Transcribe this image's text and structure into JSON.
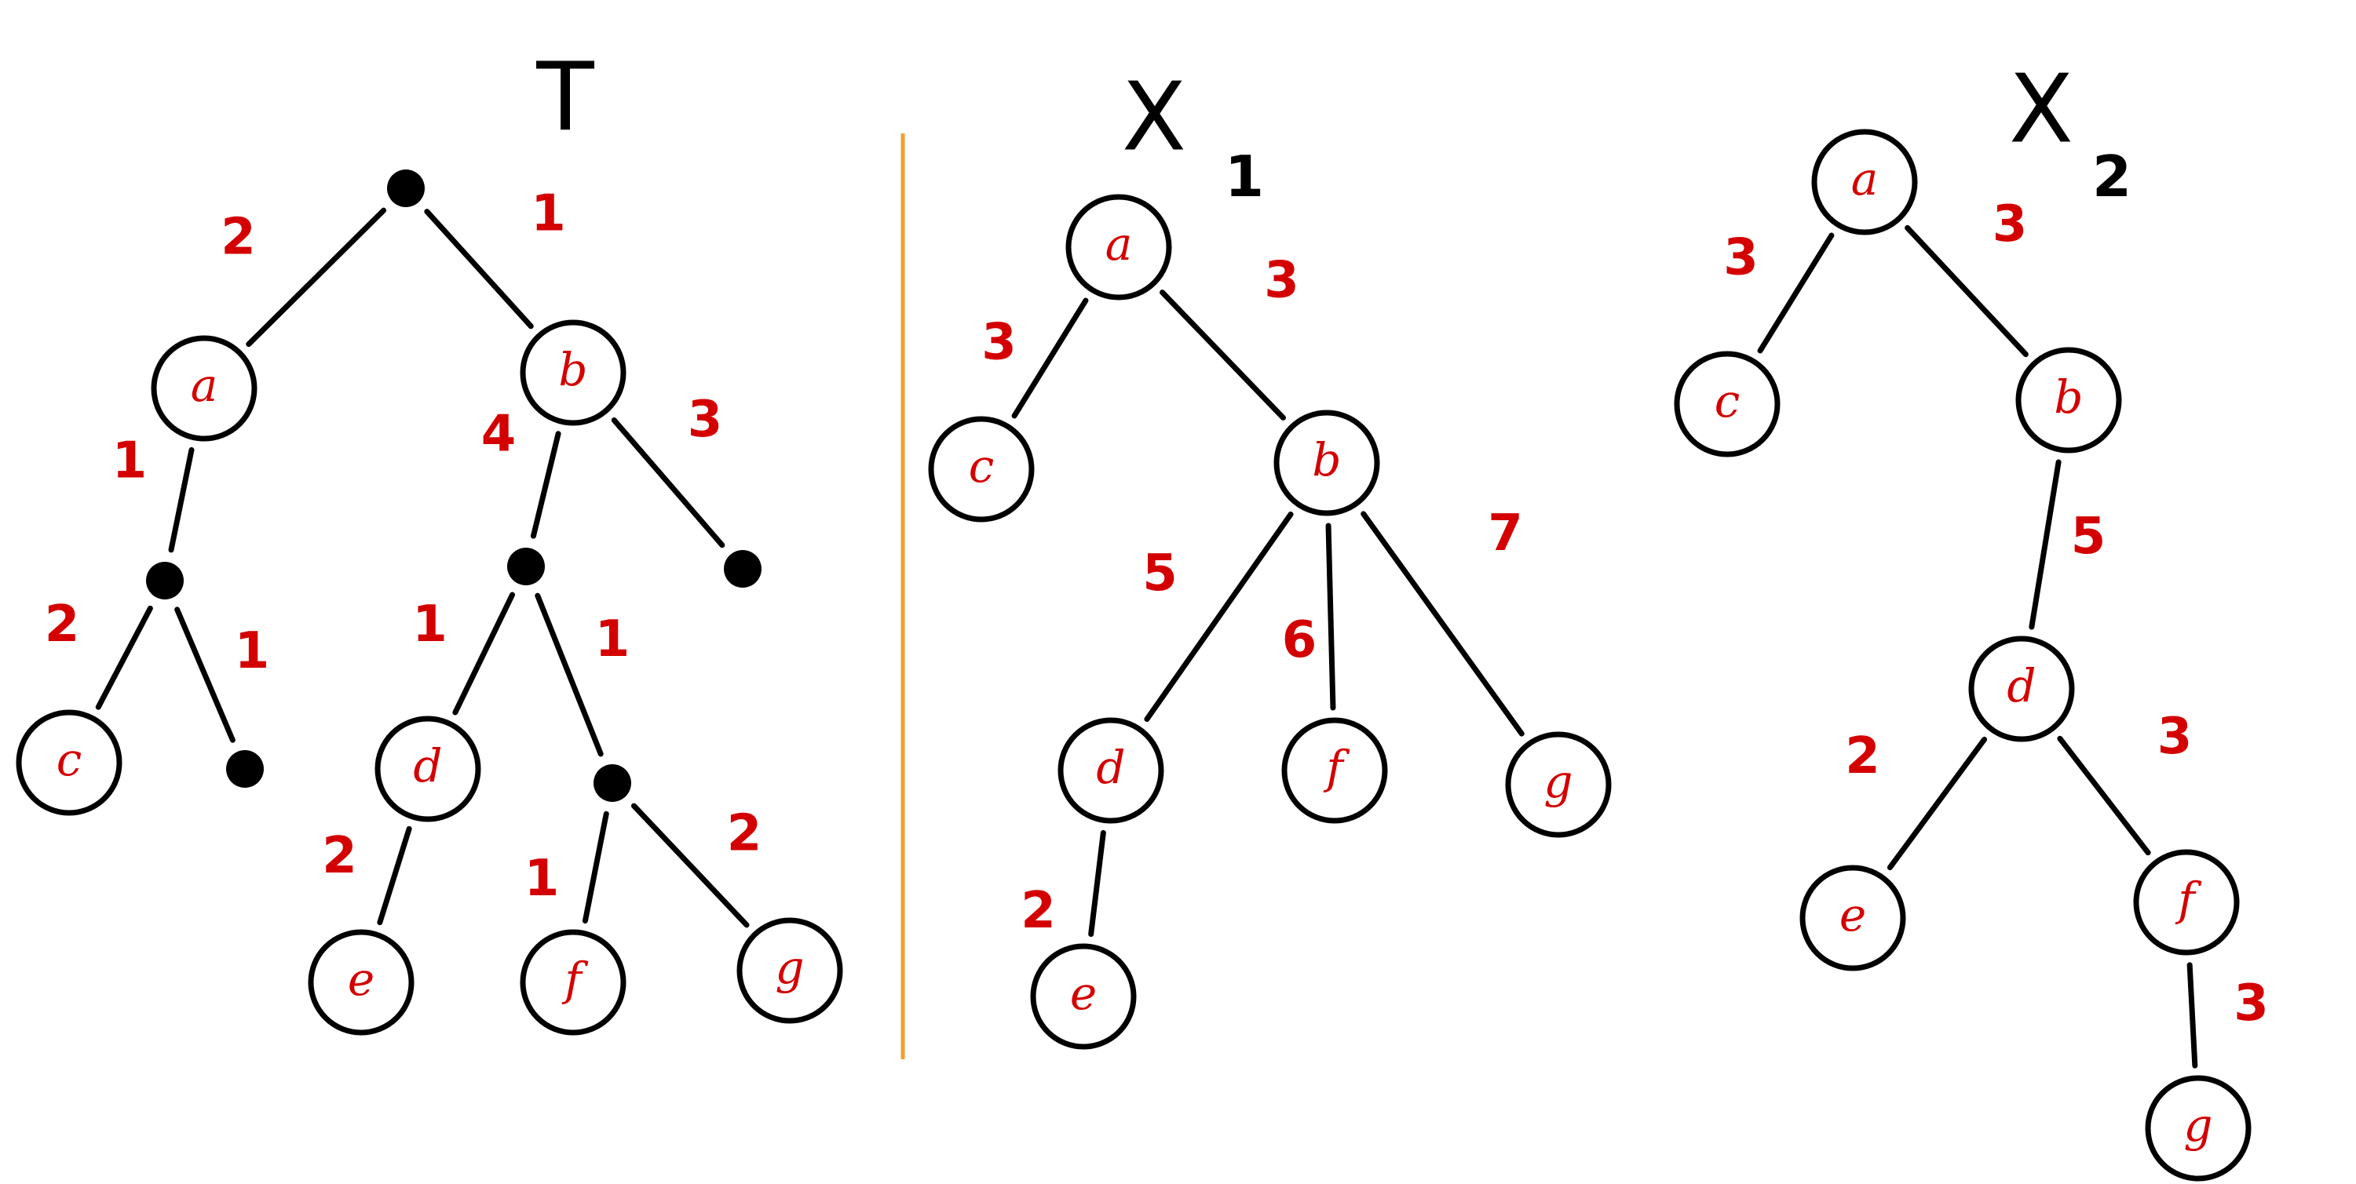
{
  "colors": {
    "ink": "#000000",
    "label": "#d40000",
    "divider": "#f0a030"
  },
  "trees": [
    {
      "id": "T",
      "title": "T",
      "subscript": "",
      "nodes": [
        {
          "id": "T-root",
          "label": ""
        },
        {
          "id": "T-a",
          "label": "a"
        },
        {
          "id": "T-b",
          "label": "b"
        },
        {
          "id": "T-i1",
          "label": ""
        },
        {
          "id": "T-i2",
          "label": ""
        },
        {
          "id": "T-i3",
          "label": ""
        },
        {
          "id": "T-c",
          "label": "c"
        },
        {
          "id": "T-i4",
          "label": ""
        },
        {
          "id": "T-d",
          "label": "d"
        },
        {
          "id": "T-i5",
          "label": ""
        },
        {
          "id": "T-e",
          "label": "e"
        },
        {
          "id": "T-f",
          "label": "f"
        },
        {
          "id": "T-g",
          "label": "g"
        }
      ],
      "edges": [
        {
          "from": "T-root",
          "to": "T-a",
          "weight": "2"
        },
        {
          "from": "T-root",
          "to": "T-b",
          "weight": "1"
        },
        {
          "from": "T-a",
          "to": "T-i1",
          "weight": "1"
        },
        {
          "from": "T-b",
          "to": "T-i2",
          "weight": "4"
        },
        {
          "from": "T-b",
          "to": "T-i3",
          "weight": "3"
        },
        {
          "from": "T-i1",
          "to": "T-c",
          "weight": "2"
        },
        {
          "from": "T-i1",
          "to": "T-i4",
          "weight": "1"
        },
        {
          "from": "T-i2",
          "to": "T-d",
          "weight": "1"
        },
        {
          "from": "T-i2",
          "to": "T-i5",
          "weight": "1"
        },
        {
          "from": "T-d",
          "to": "T-e",
          "weight": "2"
        },
        {
          "from": "T-i5",
          "to": "T-f",
          "weight": "1"
        },
        {
          "from": "T-i5",
          "to": "T-g",
          "weight": "2"
        }
      ]
    },
    {
      "id": "X1",
      "title": "X",
      "subscript": "1",
      "nodes": [
        {
          "id": "X1-a",
          "label": "a"
        },
        {
          "id": "X1-c",
          "label": "c"
        },
        {
          "id": "X1-b",
          "label": "b"
        },
        {
          "id": "X1-d",
          "label": "d"
        },
        {
          "id": "X1-f",
          "label": "f"
        },
        {
          "id": "X1-g",
          "label": "g"
        },
        {
          "id": "X1-e",
          "label": "e"
        }
      ],
      "edges": [
        {
          "from": "X1-a",
          "to": "X1-c",
          "weight": "3"
        },
        {
          "from": "X1-a",
          "to": "X1-b",
          "weight": "3"
        },
        {
          "from": "X1-b",
          "to": "X1-d",
          "weight": "5"
        },
        {
          "from": "X1-b",
          "to": "X1-f",
          "weight": "6"
        },
        {
          "from": "X1-b",
          "to": "X1-g",
          "weight": "7"
        },
        {
          "from": "X1-d",
          "to": "X1-e",
          "weight": "2"
        }
      ]
    },
    {
      "id": "X2",
      "title": "X",
      "subscript": "2",
      "nodes": [
        {
          "id": "X2-a",
          "label": "a"
        },
        {
          "id": "X2-c",
          "label": "c"
        },
        {
          "id": "X2-b",
          "label": "b"
        },
        {
          "id": "X2-d",
          "label": "d"
        },
        {
          "id": "X2-e",
          "label": "e"
        },
        {
          "id": "X2-f",
          "label": "f"
        },
        {
          "id": "X2-g",
          "label": "g"
        }
      ],
      "edges": [
        {
          "from": "X2-a",
          "to": "X2-c",
          "weight": "3"
        },
        {
          "from": "X2-a",
          "to": "X2-b",
          "weight": "3"
        },
        {
          "from": "X2-b",
          "to": "X2-d",
          "weight": "5"
        },
        {
          "from": "X2-d",
          "to": "X2-e",
          "weight": "2"
        },
        {
          "from": "X2-d",
          "to": "X2-f",
          "weight": "3"
        },
        {
          "from": "X2-f",
          "to": "X2-g",
          "weight": "3"
        }
      ]
    }
  ]
}
